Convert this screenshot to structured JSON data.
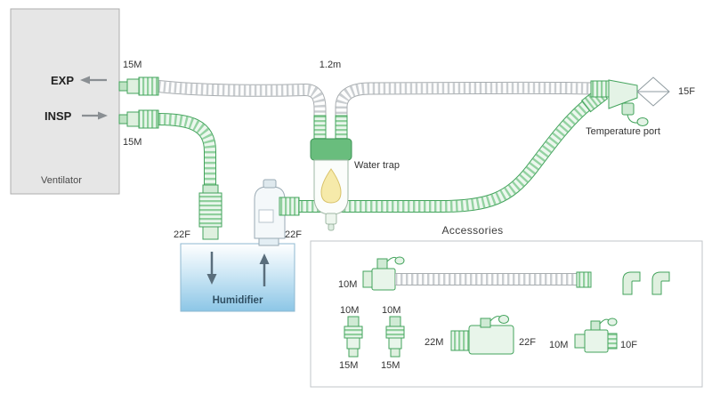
{
  "ventilator": {
    "name": "Ventilator",
    "exp": "EXP",
    "insp": "INSP",
    "exp_port_size": "15M",
    "insp_port_size": "15M"
  },
  "circuit": {
    "expiratory_tube_length": "1.2m",
    "water_trap": "Water trap",
    "patient_port_size": "15F",
    "temperature_port": "Temperature port"
  },
  "humidifier": {
    "name": "Humidifier",
    "inlet_port_size": "22F",
    "outlet_port_size": "22F"
  },
  "accessories": {
    "title": "Accessories",
    "flex_tube_port": "10M",
    "adapter1": {
      "top": "10M",
      "bottom": "15M"
    },
    "adapter2": {
      "top": "10M",
      "bottom": "15M"
    },
    "straight_connector": {
      "left": "22M",
      "right": "22F"
    },
    "small_connector": {
      "left": "10M",
      "right": "10F"
    }
  },
  "colors": {
    "green": "#43a35c",
    "green_fill": "#e8f5ea",
    "tube_gray": "#c9ccce",
    "humidifier_blue": "#8cc6e6"
  }
}
